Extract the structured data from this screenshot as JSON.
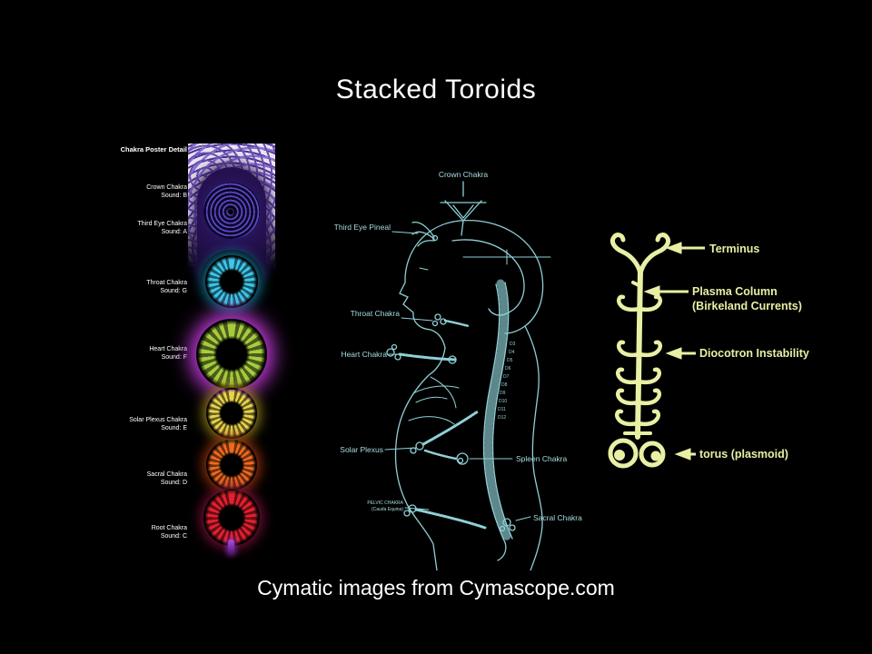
{
  "slide": {
    "title": "Stacked Toroids",
    "caption": "Cymatic images from Cymascope.com",
    "background_color": "#000000",
    "text_color": "#ffffff"
  },
  "chakra_poster": {
    "title": "Chakra Poster Detail",
    "items": [
      {
        "name": "Crown Chakra",
        "sound": "Sound: B",
        "color": "#5a48c8",
        "glow": "#2a1a66"
      },
      {
        "name": "Third Eye Chakra",
        "sound": "Sound: A",
        "color": "#7a66e8",
        "glow": "#31266e"
      },
      {
        "name": "Throat Chakra",
        "sound": "Sound: G",
        "color": "#3cc8ea",
        "glow": "#157a9e"
      },
      {
        "name": "Heart Chakra",
        "sound": "Sound: F",
        "color": "#a6cc3e",
        "glow": "#c83ce0"
      },
      {
        "name": "Solar Plexus Chakra",
        "sound": "Sound: E",
        "color": "#e8d44a",
        "glow": "#9a8418"
      },
      {
        "name": "Sacral Chakra",
        "sound": "Sound: D",
        "color": "#ef6a1e",
        "glow": "#a03410"
      },
      {
        "name": "Root Chakra",
        "sound": "Sound: C",
        "color": "#e42030",
        "glow": "#7a1038"
      }
    ]
  },
  "body_diagram": {
    "stroke_color": "#8fd0d6",
    "labels": {
      "crown": "Crown Chakra",
      "third_eye": "Third Eye Pineal",
      "throat": "Throat Chakra",
      "heart": "Heart Chakra",
      "solar_plexus": "Solar Plexus",
      "spleen": "Spleen Chakra",
      "pelvic_line1": "PELVIC CHAKRA",
      "pelvic_line2": "(Cauda Equina)",
      "sacral": "Sacral Chakra"
    },
    "vertebrae": [
      "D3",
      "D4",
      "D5",
      "D6",
      "D7",
      "D8",
      "D9",
      "D10",
      "D11",
      "D12"
    ]
  },
  "plasma_diagram": {
    "stroke_color": "#e9efa4",
    "labels": {
      "terminus": "Terminus",
      "plasma_column_line1": "Plasma Column",
      "plasma_column_line2": "(Birkeland Currents)",
      "diocotron": "Diocotron Instability",
      "torus": "torus (plasmoid)"
    }
  }
}
